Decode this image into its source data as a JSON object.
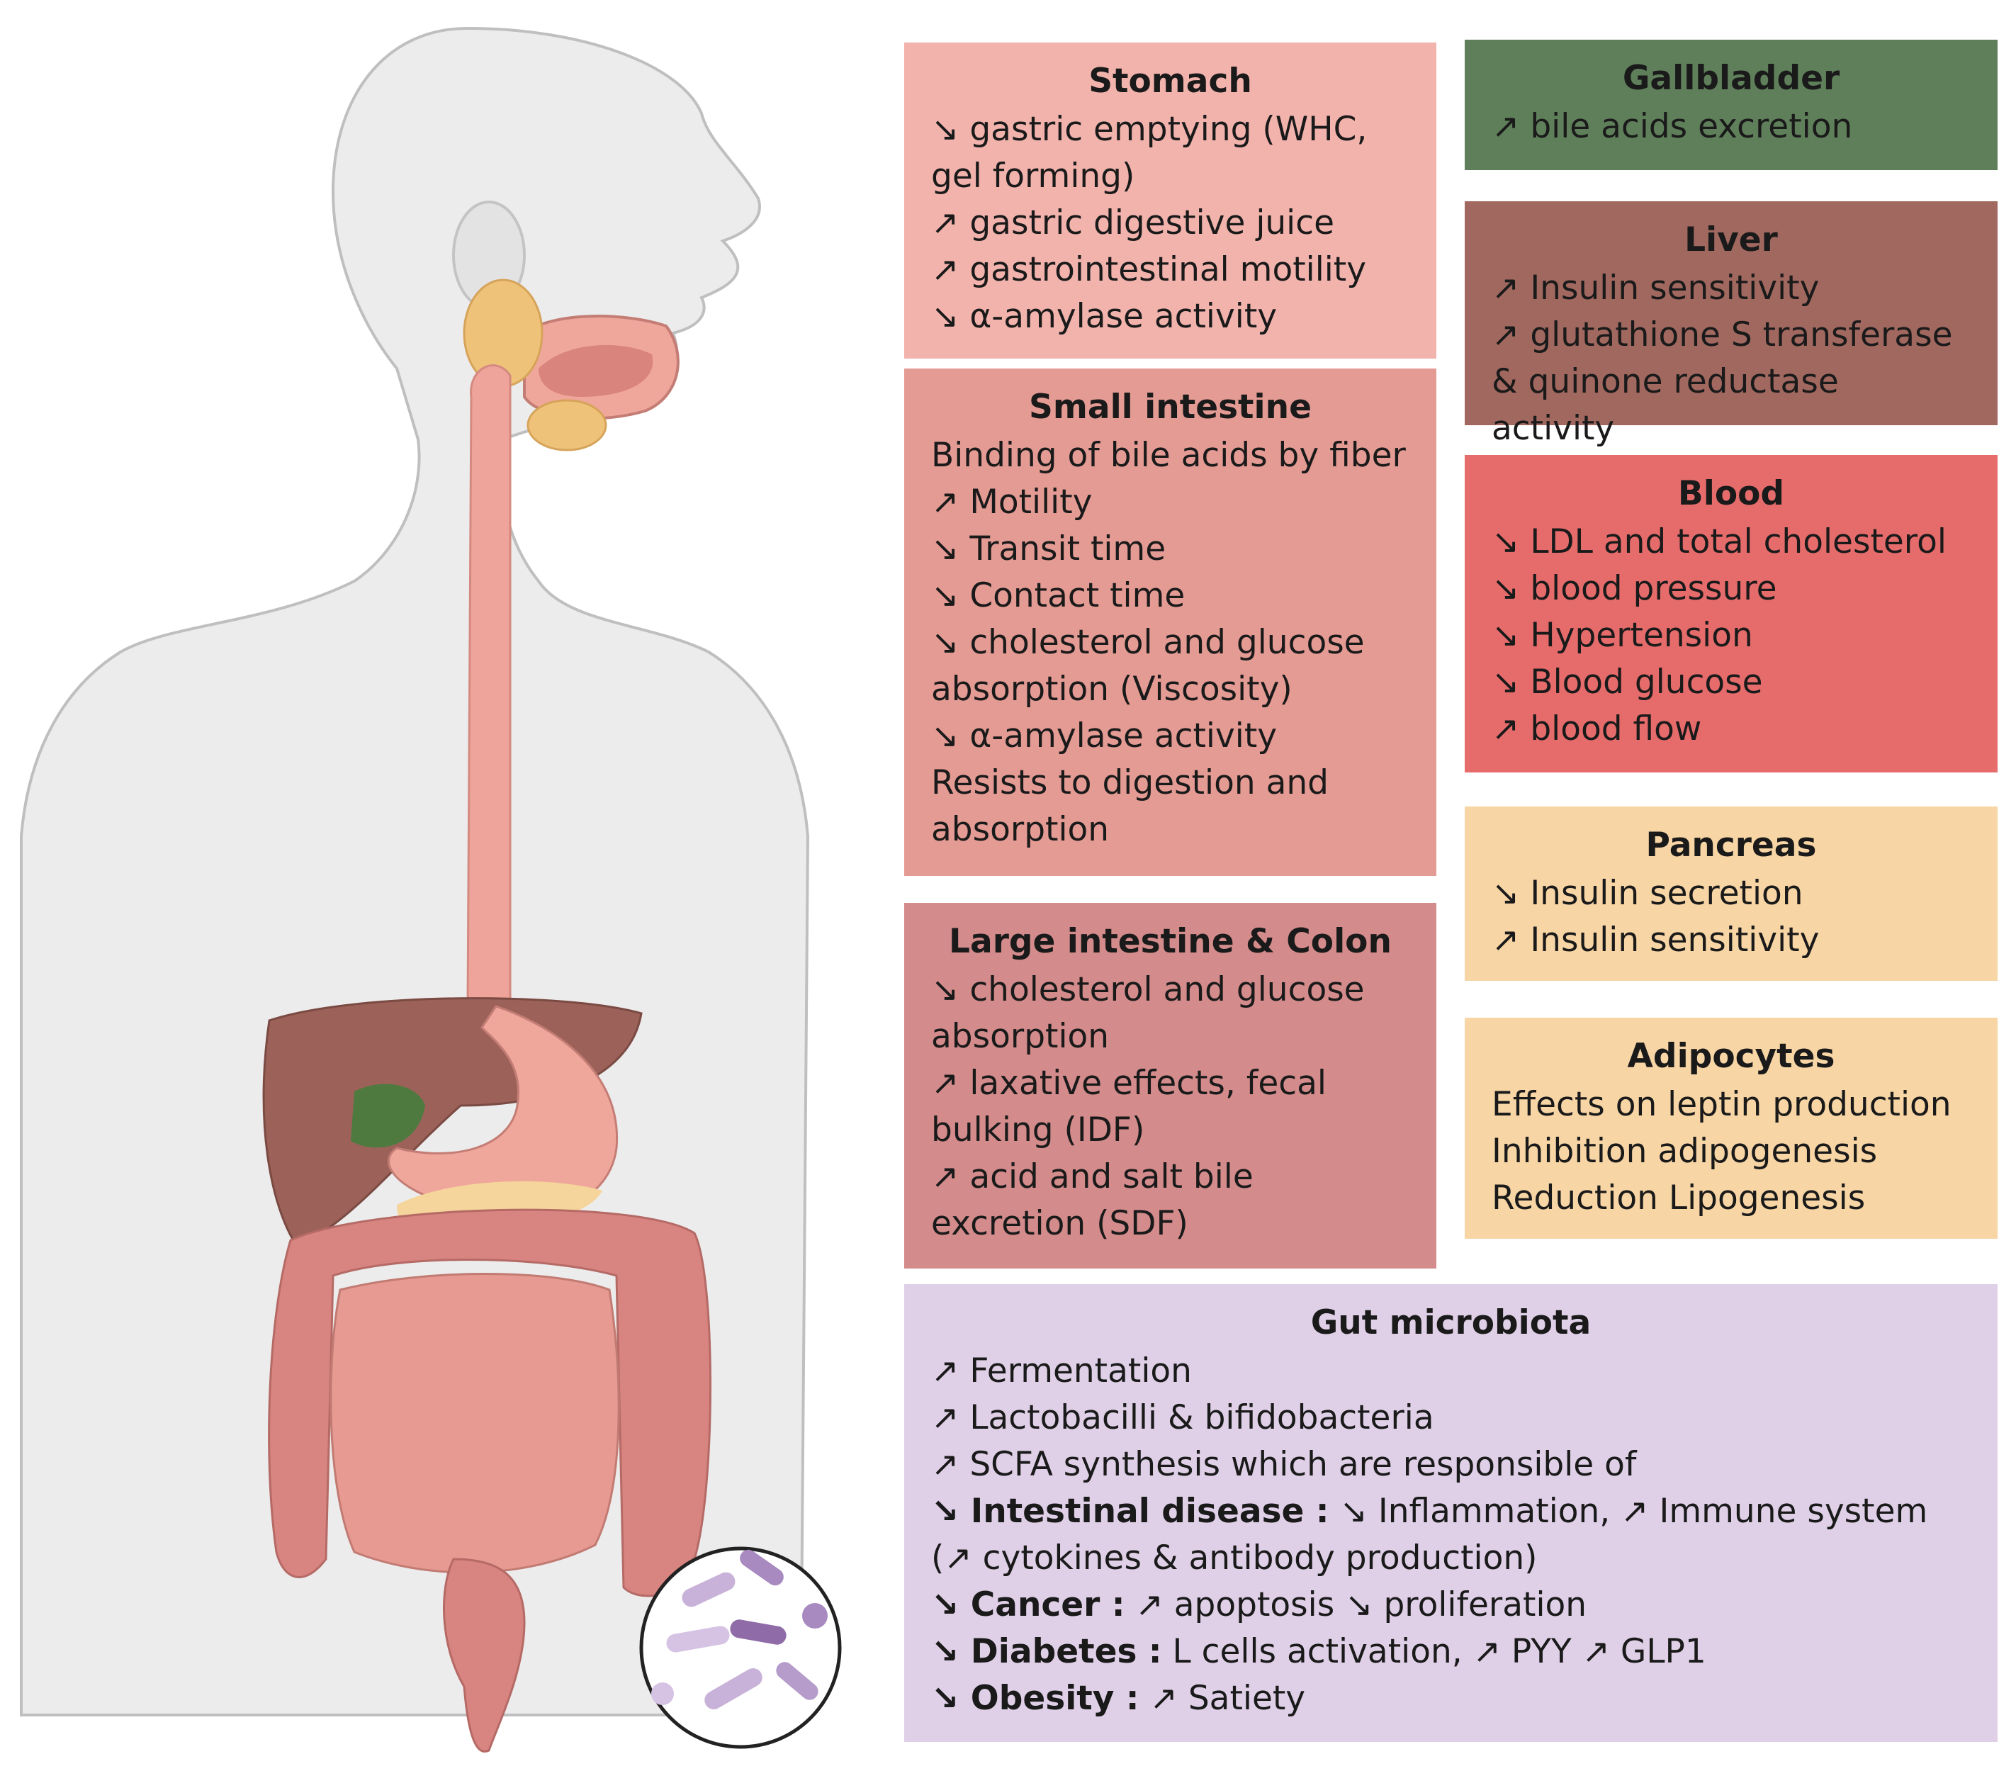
{
  "panels": {
    "stomach": {
      "title": "Stomach",
      "lines": [
        "↘ gastric emptying (WHC, gel forming)",
        "↗ gastric digestive juice",
        "↗ gastrointestinal motility",
        "↘ α-amylase activity"
      ],
      "color": "#f2b3ad"
    },
    "small_intestine": {
      "title": "Small intestine",
      "lines": [
        "Binding of bile acids by fiber",
        "↗ Motility",
        "↘ Transit time",
        "↘ Contact time",
        "↘ cholesterol and glucose absorption (Viscosity)",
        "↘ α-amylase activity",
        "Resists to digestion and absorption"
      ],
      "color": "#e49b94"
    },
    "large_intestine": {
      "title": "Large intestine & Colon",
      "lines": [
        "↘ cholesterol and glucose absorption",
        "↗ laxative effects, fecal bulking (IDF)",
        "↗ acid and salt bile excretion (SDF)"
      ],
      "color": "#d38b8b"
    },
    "gallbladder": {
      "title": "Gallbladder",
      "lines": [
        "↗ bile acids excretion"
      ],
      "color": "#5f7f5a"
    },
    "liver": {
      "title": "Liver",
      "lines": [
        "↗ Insulin sensitivity",
        " ↗ glutathione S transferase & quinone reductase activity"
      ],
      "color": "#a1685f"
    },
    "blood": {
      "title": "Blood",
      "lines": [
        "↘ LDL and total cholesterol",
        "↘ blood pressure",
        "↘ Hypertension",
        "↘ Blood glucose",
        "↗ blood flow"
      ],
      "color": "#e66c6c"
    },
    "pancreas": {
      "title": "Pancreas",
      "lines": [
        "↘ Insulin secretion",
        "↗ Insulin sensitivity"
      ],
      "color": "#f7d5a5"
    },
    "adipocytes": {
      "title": "Adipocytes",
      "lines": [
        "Effects on leptin production",
        "Inhibition adipogenesis",
        "Reduction Lipogenesis"
      ],
      "color": "#f7d5a5"
    },
    "gut_microbiota": {
      "title": "Gut microbiota",
      "lines": [
        "↗ Fermentation",
        "↗ Lactobacilli & bifidobacteria",
        "↗ SCFA synthesis which are responsible of"
      ],
      "rich_lines": [
        {
          "bold": "↘ Intestinal disease :",
          "rest": " ↘ Inflammation, ↗  Immune system (↗ cytokines & antibody production)"
        },
        {
          "bold": "↘ Cancer :",
          "rest": " ↗  apoptosis ↘ proliferation"
        },
        {
          "bold": "↘ Diabetes :",
          "rest": " L cells activation, ↗ PYY ↗ GLP1"
        },
        {
          "bold": "↘  Obesity :",
          "rest": " ↗ Satiety"
        }
      ],
      "color": "#dfd0e7"
    }
  },
  "colors": {
    "body_skin": "#ececec",
    "body_outline": "#bfbfbf",
    "esophagus": "#eea49a",
    "liver_organ": "#9c6259",
    "gallbladder_organ": "#4f7a3f",
    "stomach_organ": "#f0a79b",
    "pancreas_organ": "#f5d59b",
    "intestine": "#e69a92",
    "colon": "#d88480",
    "salivary": "#efc27a"
  }
}
